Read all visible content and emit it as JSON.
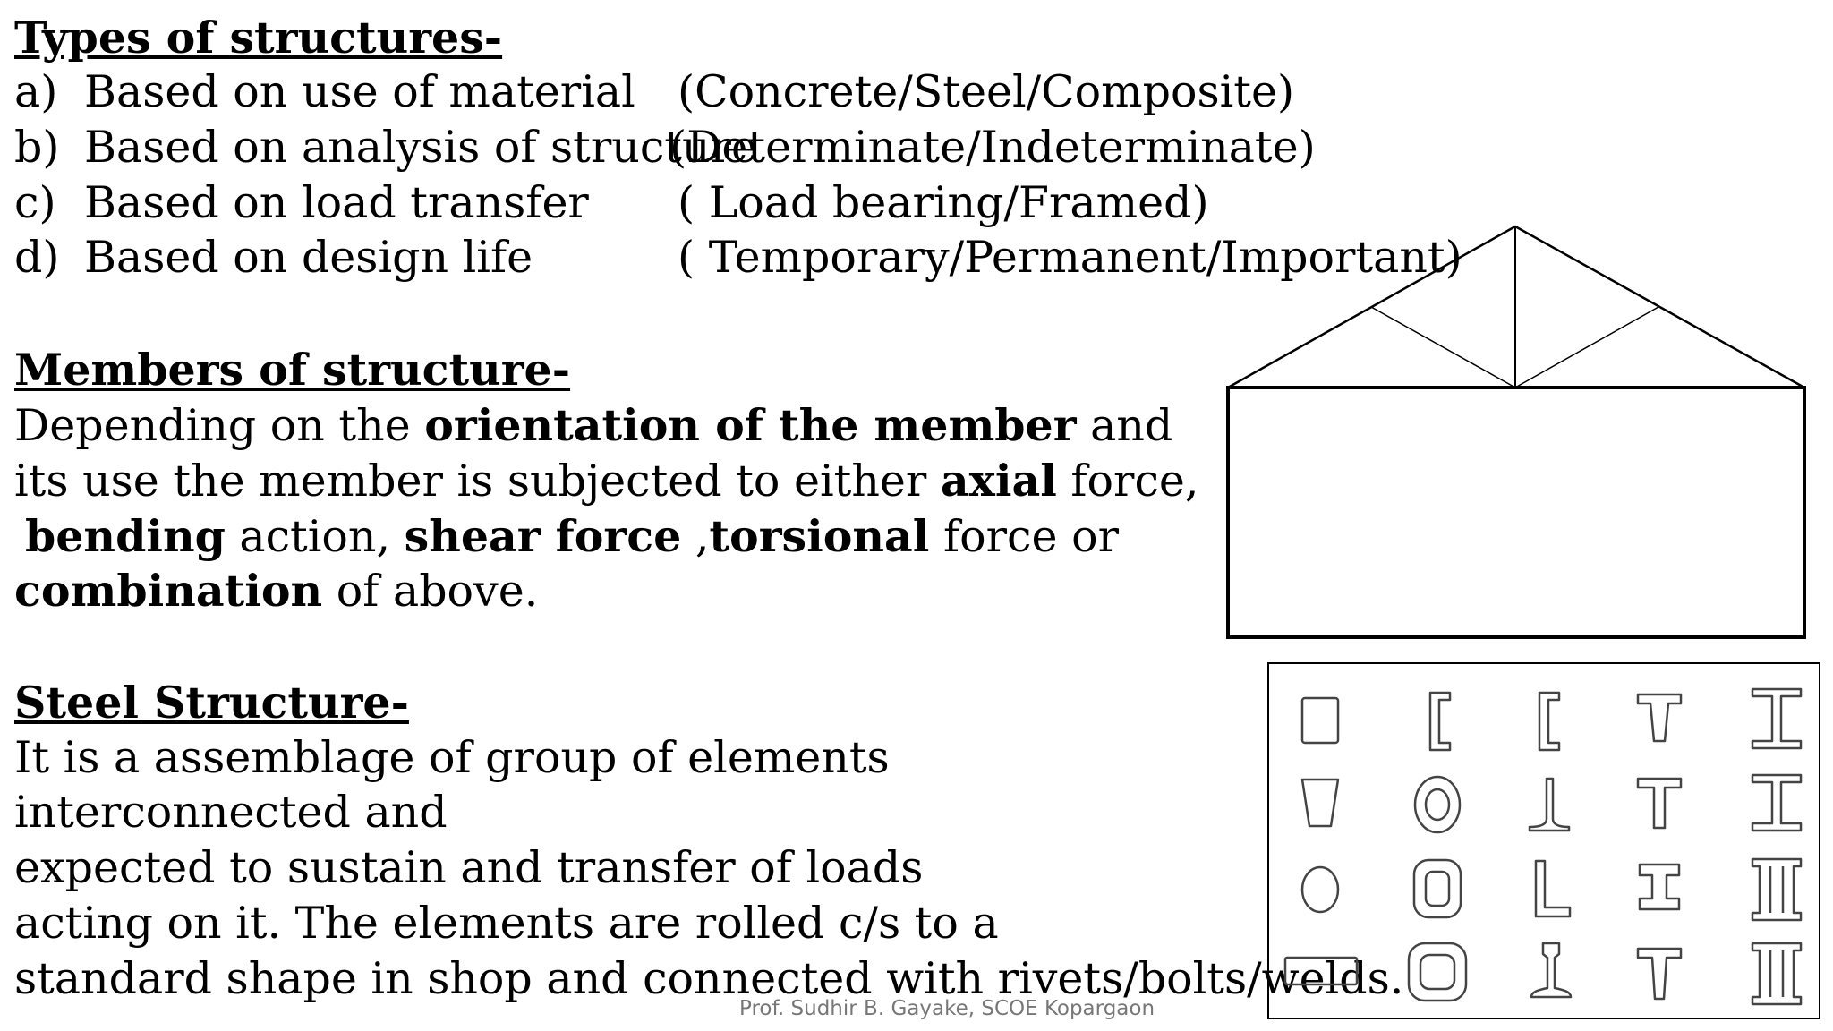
{
  "types": {
    "heading": "Types of structures-",
    "rows": [
      {
        "marker": "a)",
        "label": "Based on use of material",
        "options": "(Concrete/Steel/Composite)"
      },
      {
        "marker": "b)",
        "label": "Based on analysis of structure",
        "options": "(Determinate/Indeterminate)"
      },
      {
        "marker": "c)",
        "label": "Based on load transfer",
        "options": "( Load bearing/Framed)"
      },
      {
        "marker": "d)",
        "label": "Based on design life",
        "options": "( Temporary/Permanent/Important)"
      }
    ]
  },
  "members": {
    "heading": "Members of structure-",
    "l1a": "Depending on the ",
    "l1b": "orientation of the member",
    "l1c": " and",
    "l2a": "its use the member is subjected to either ",
    "l2b": "axial",
    "l2c": " force,",
    "l3a": "bending",
    "l3b": " action, ",
    "l3c": "shear force",
    "l3d": " ,",
    "l3e": "torsional",
    "l3f": " force or",
    "l4a": "combination",
    "l4b": " of above."
  },
  "steel": {
    "heading": "Steel Structure-",
    "lines": [
      "It is a assemblage of group of elements",
      "interconnected and",
      "expected to sustain and transfer of loads",
      "acting on it. The elements are rolled c/s to a",
      "standard shape in shop and connected with rivets/bolts/welds."
    ]
  },
  "footer": "Prof. Sudhir B. Gayake, SCOE Kopargaon"
}
